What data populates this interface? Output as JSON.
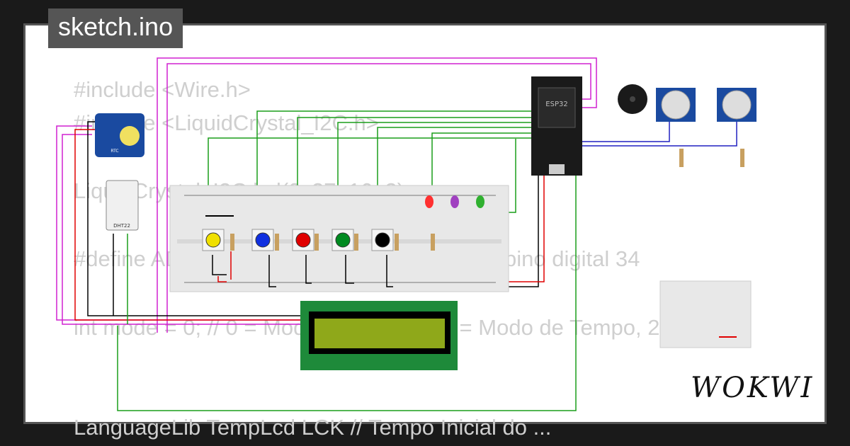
{
  "title": "sketch.ino",
  "logo": "WOKWI",
  "code_lines": [
    "#include <Wire.h>",
    "#include <LiquidCrystal_I2C.h>",
    "LiquidCrystal_I2C lcd(0x27, 16, 2);",
    "#define ADC_PIN 34 // Conectar o 'POT' no pino digital 34",
    "int mode = 0; // 0 = Modo de Relógio, 1 = Modo de Tempo, 2 = Modo",
    "LanguageLib TempLcd LCK // Tempo Inicial do ..."
  ],
  "components": {
    "esp32_label": "ESP32",
    "dht_label": "DHT22",
    "rtc_label": "RTC"
  },
  "colors": {
    "background": "#1a1a1a",
    "title_bg": "#555555",
    "wire_magenta": "#d020d0",
    "wire_green": "#1a9e1a",
    "wire_black": "#000000",
    "wire_red": "#e00000",
    "wire_blue": "#2020c0",
    "lcd_board": "#1e8a3a",
    "lcd_screen": "#8fa81a"
  },
  "buttons": [
    "yellow",
    "blue",
    "red",
    "green",
    "black"
  ],
  "leds": [
    "red",
    "purple",
    "green"
  ]
}
